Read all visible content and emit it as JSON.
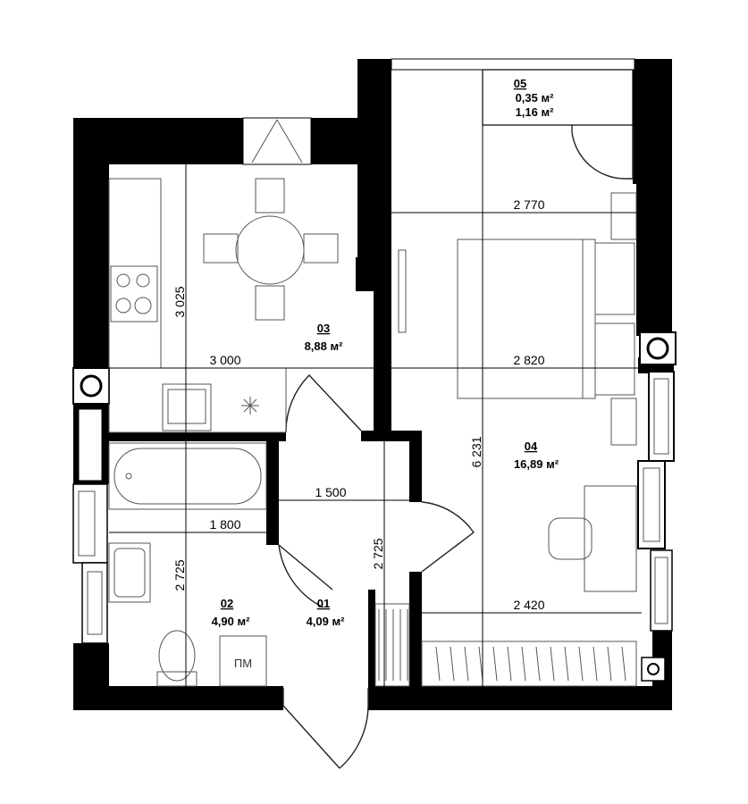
{
  "rooms": [
    {
      "id": "01",
      "area": "4,09 м²"
    },
    {
      "id": "02",
      "area": "4,90 м²"
    },
    {
      "id": "03",
      "area": "8,88 м²"
    },
    {
      "id": "04",
      "area": "16,89 м²"
    },
    {
      "id": "05",
      "area": "0,35 м²",
      "area_alt": "1,16 м²"
    }
  ],
  "dimensions": {
    "kitchen_height": "3 025",
    "kitchen_width": "3 000",
    "bedroom_width_mid": "2 820",
    "bedroom_width_top": "2 770",
    "bedroom_width_bottom": "2 420",
    "bedroom_height": "6 231",
    "corridor_width": "1 500",
    "corridor_height": "2 725",
    "bathroom_width": "1 800",
    "bathroom_height": "2 725"
  },
  "labels": {
    "service_cabinet": "ПМ"
  }
}
